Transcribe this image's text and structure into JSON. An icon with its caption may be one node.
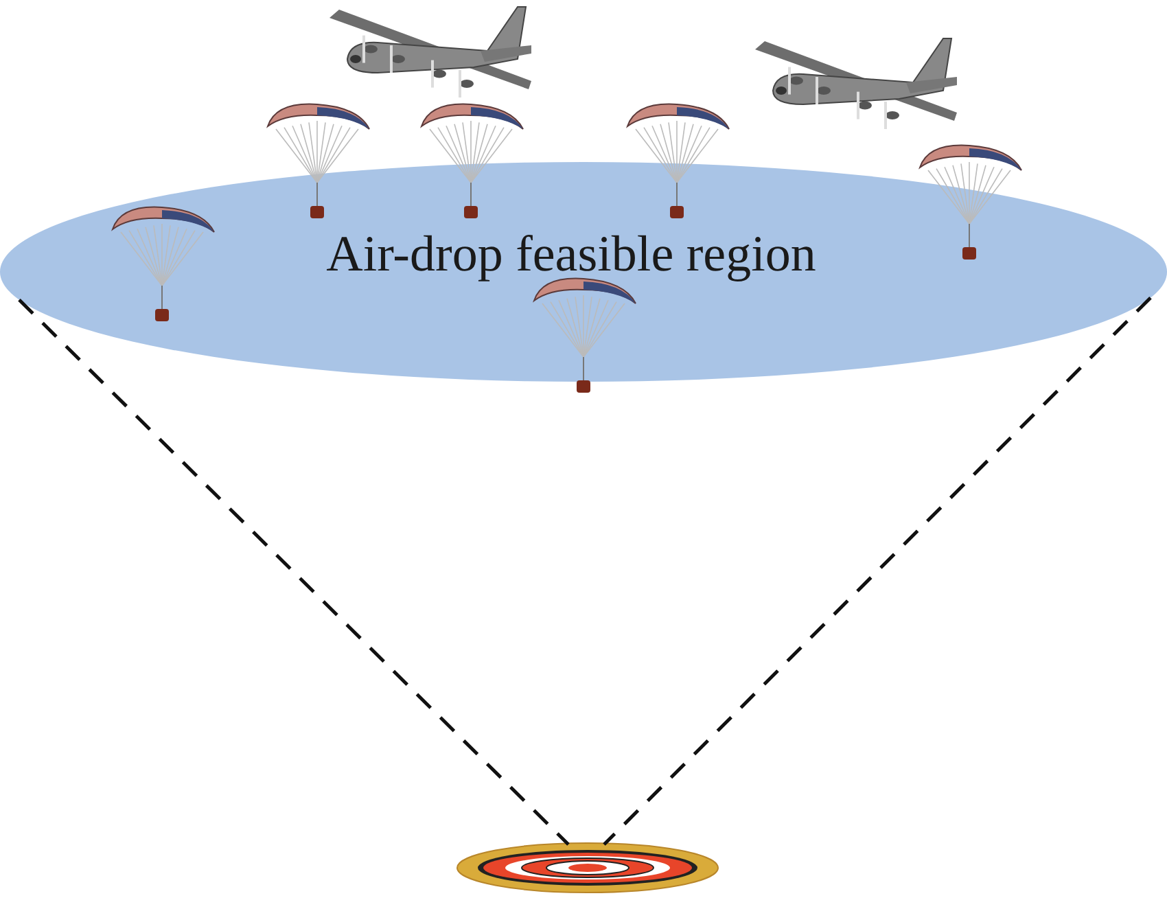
{
  "diagram": {
    "nodes": [
      {
        "text": [
          "Air-drop feasible region"
        ]
      },
      {
        "text": [],
        "shape": "picture"
      }
    ],
    "edges": [
      {
        "from": 0,
        "to": 1,
        "arrow": "none",
        "style": "dashed"
      },
      {
        "from": 0,
        "to": 1,
        "arrow": "none",
        "style": "dashed"
      }
    ]
  }
}
